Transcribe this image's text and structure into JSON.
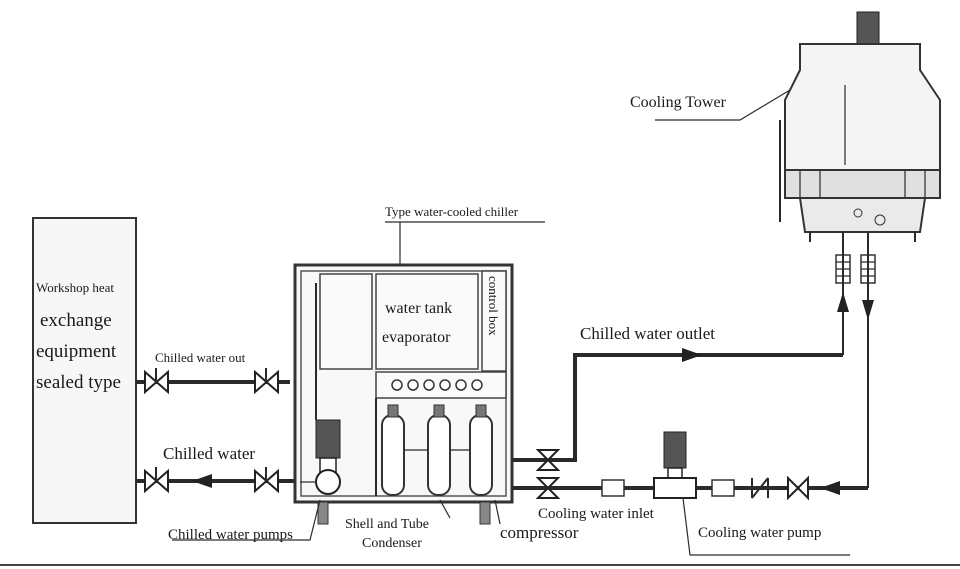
{
  "labels": {
    "cooling_tower": "Cooling Tower",
    "chiller_type": "Type water-cooled chiller",
    "workshop_line1": "Workshop heat",
    "workshop_line2": "exchange",
    "workshop_line3": "equipment",
    "workshop_line4": "sealed type",
    "chilled_water_out": "Chilled water out",
    "chilled_water": "Chilled water",
    "water_tank_line1": "water tank",
    "water_tank_line2": "evaporator",
    "control_box": "control box",
    "chilled_water_outlet": "Chilled water outlet",
    "chilled_water_pumps": "Chilled water pumps",
    "shell_tube_line1": "Shell and Tube",
    "shell_tube_line2": "Condenser",
    "compressor": "compressor",
    "cooling_water_inlet": "Cooling water inlet",
    "cooling_water_pump": "Cooling water pump"
  },
  "colors": {
    "line": "#2a2a2a",
    "background": "#ffffff"
  }
}
